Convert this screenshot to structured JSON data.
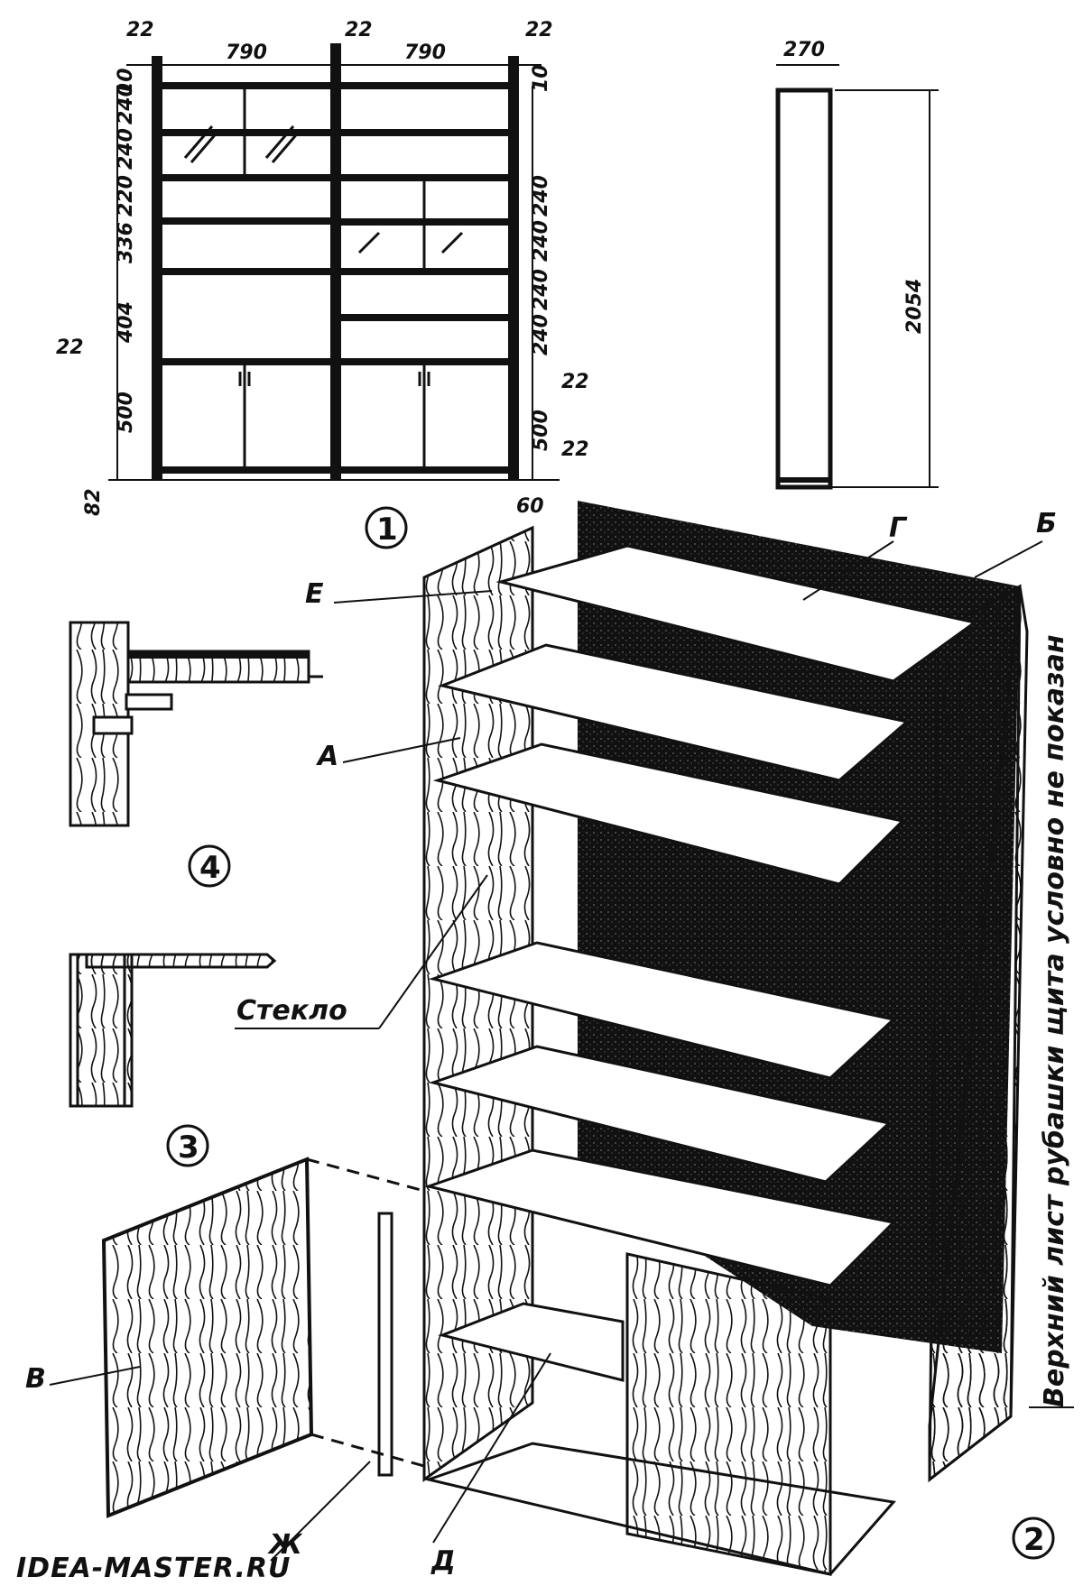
{
  "fig1": {
    "number": "1",
    "top_dims": [
      "22",
      "790",
      "22",
      "790",
      "22"
    ],
    "left_dims": [
      "10",
      "240",
      "240",
      "220",
      "336",
      "404",
      "22",
      "500",
      "82"
    ],
    "right_dims": [
      "10",
      "240",
      "240",
      "240",
      "240",
      "22",
      "500",
      "22",
      "60"
    ],
    "side_width": "270",
    "side_height": "2054"
  },
  "fig2": {
    "number": "2",
    "labels": {
      "G": "Г",
      "B": "Б",
      "E": "Е",
      "A": "А",
      "glass": "Стекло",
      "V": "В",
      "Zh": "Ж",
      "D": "Д"
    },
    "note": "Верхний лист рубашки щита условно не показан"
  },
  "fig3": {
    "number": "3"
  },
  "fig4": {
    "number": "4"
  },
  "watermark": "IDEA-MASTER.RU"
}
